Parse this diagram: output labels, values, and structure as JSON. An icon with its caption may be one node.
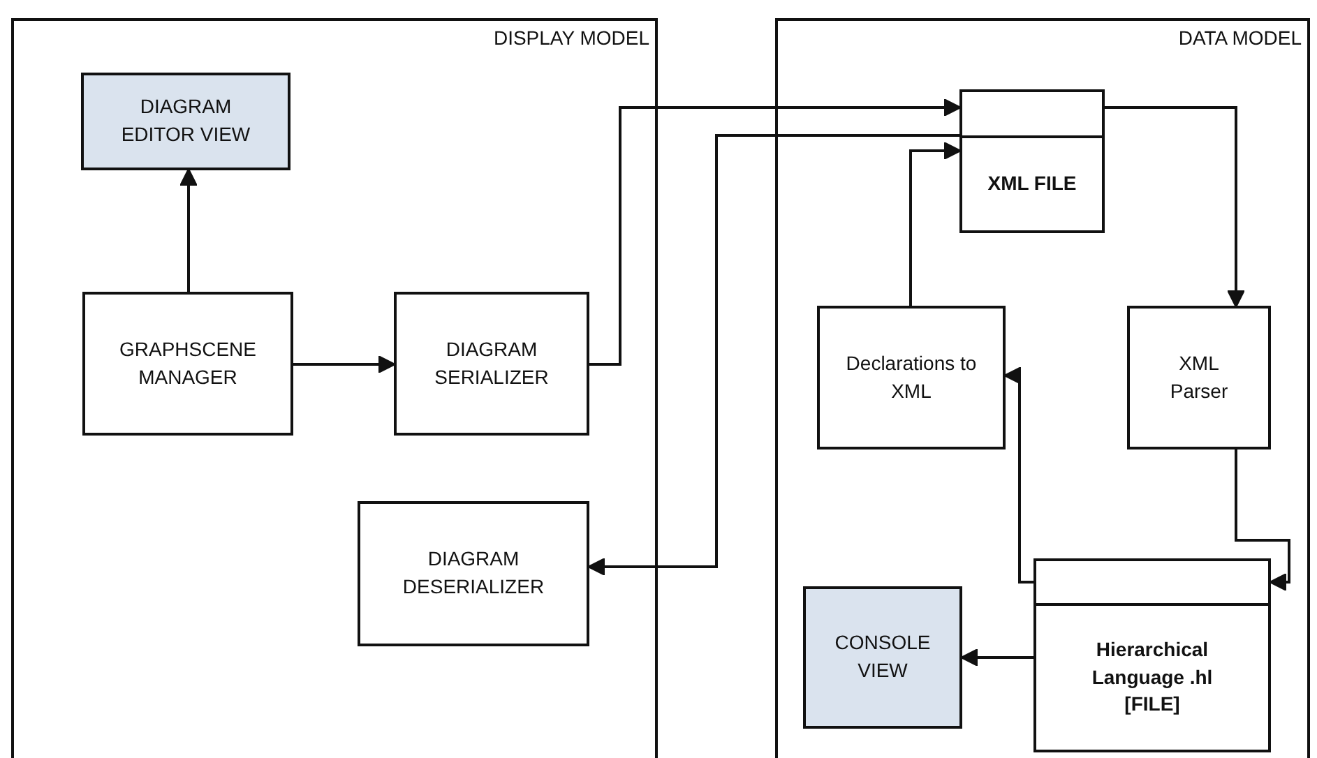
{
  "diagram": {
    "nodes": [
      {
        "text": [
          "DISPLAY MODEL"
        ]
      },
      {
        "text": [
          "DIAGRAM EDITOR VIEW"
        ],
        "in": 0
      },
      {
        "text": [
          "GRAPHSCENE MANAGER"
        ],
        "in": 0
      },
      {
        "text": [
          "DIAGRAM SERIALIZER"
        ],
        "in": 0
      },
      {
        "text": [
          "DIAGRAM DESERIALIZER"
        ],
        "in": 0
      },
      {
        "text": [
          "DATA MODEL"
        ]
      },
      {
        "text": [
          "XML FILE"
        ],
        "in": 5
      },
      {
        "text": [
          "Declarations to XML"
        ],
        "in": 5
      },
      {
        "text": [
          "XML Parser"
        ],
        "in": 5
      },
      {
        "text": [
          "CONSOLE VIEW"
        ],
        "in": 5
      },
      {
        "text": [
          "Hierarchical Language .hl [FILE]"
        ],
        "in": 5
      }
    ],
    "edges": [
      {
        "from": 2,
        "to": 1,
        "arrow": "to"
      },
      {
        "from": 2,
        "to": 3,
        "arrow": "to"
      },
      {
        "from": 3,
        "to": 6,
        "arrow": "to"
      },
      {
        "from": 6,
        "to": 4,
        "arrow": "to"
      },
      {
        "from": 7,
        "to": 6,
        "arrow": "to"
      },
      {
        "from": 6,
        "to": 8,
        "arrow": "to"
      },
      {
        "from": 8,
        "to": 10,
        "arrow": "to"
      },
      {
        "from": 10,
        "to": 7,
        "arrow": "to"
      },
      {
        "from": 10,
        "to": 9,
        "arrow": "to"
      }
    ]
  }
}
